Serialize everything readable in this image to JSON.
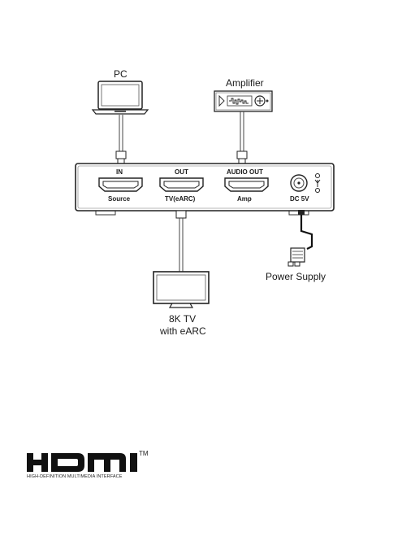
{
  "devices": {
    "pc": "PC",
    "amplifier": "Amplifier",
    "tv": "8K TV",
    "tv_sub": "with eARC",
    "power": "Power Supply"
  },
  "ports": {
    "in": {
      "top": "IN",
      "bottom": "Source"
    },
    "out": {
      "top": "OUT",
      "bottom": "TV(eARC)"
    },
    "audio_out": {
      "top": "AUDIO OUT",
      "bottom": "Amp"
    },
    "dc": {
      "bottom": "DC 5V"
    }
  },
  "logo": {
    "wordmark": "HDMI",
    "trademark": "TM",
    "tagline": "HIGH-DEFINITION MULTIMEDIA INTERFACE"
  }
}
